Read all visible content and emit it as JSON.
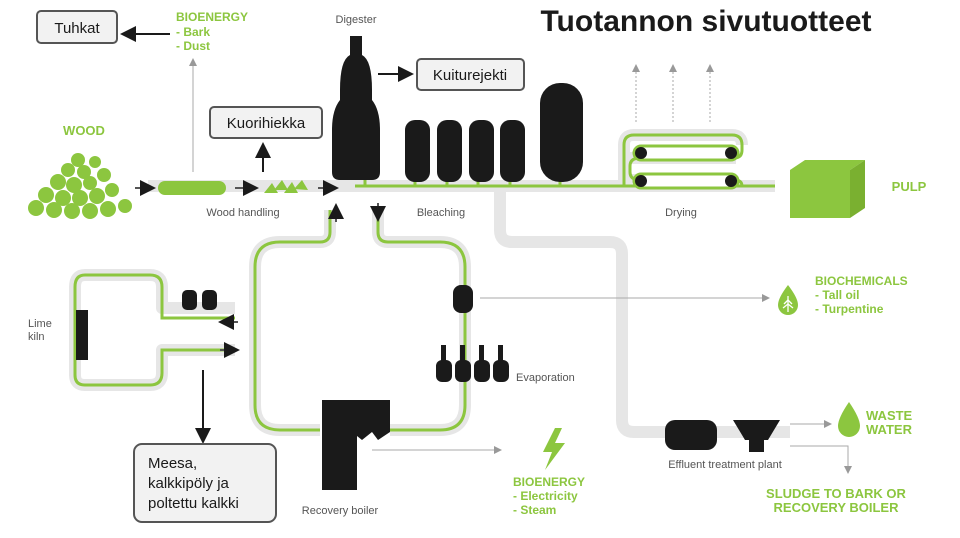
{
  "title": "Tuotannon sivutuotteet",
  "colors": {
    "accent": "#8cc63f",
    "pipe": "#e6e6e6",
    "dark": "#1a1a1a"
  },
  "boxes": {
    "tuhkat": "Tuhkat",
    "kuiturejekti": "Kuiturejekti",
    "kuorihiekka": "Kuorihiekka",
    "meesa": [
      "Meesa,",
      "kalkkipöly ja",
      "poltettu kalkki"
    ]
  },
  "labels": {
    "wood": "WOOD",
    "wood_handling": "Wood handling",
    "digester": "Digester",
    "bleaching": "Bleaching",
    "drying": "Drying",
    "pulp": "PULP",
    "lime_kiln": [
      "Lime",
      "kiln"
    ],
    "evaporation": "Evaporation",
    "recovery_boiler": "Recovery boiler",
    "effluent": "Effluent treatment plant"
  },
  "bioenergy_top": {
    "title": "BIOENERGY",
    "items": [
      "- Bark",
      "- Dust"
    ]
  },
  "biochemicals": {
    "title": "BIOCHEMICALS",
    "items": [
      "- Tall oil",
      "- Turpentine"
    ]
  },
  "waste_water": [
    "WASTE",
    "WATER"
  ],
  "bioenergy_bottom": {
    "title": "BIOENERGY",
    "items": [
      "- Electricity",
      "- Steam"
    ]
  },
  "sludge": [
    "SLUDGE TO BARK OR",
    "RECOVERY BOILER"
  ]
}
